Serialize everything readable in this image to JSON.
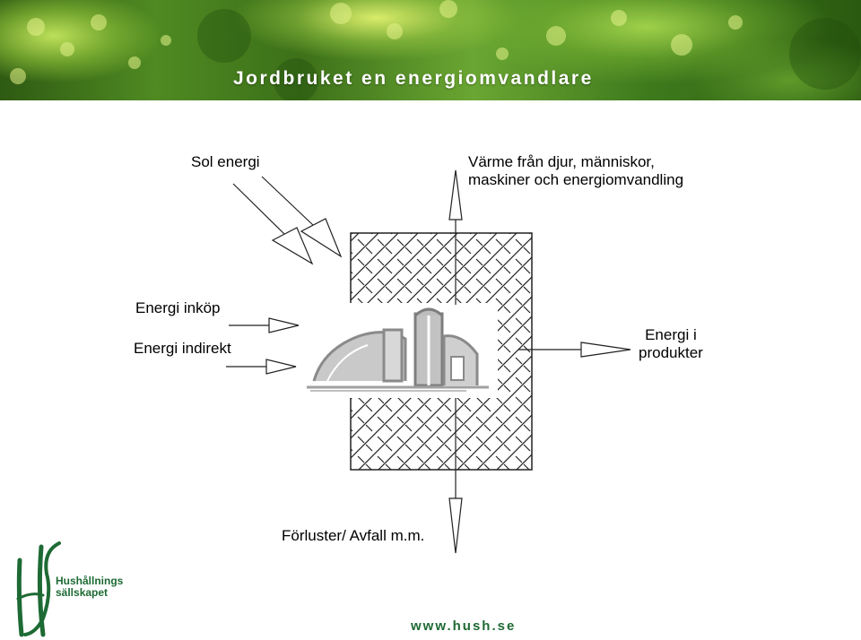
{
  "header": {
    "title": "Jordbruket en energiomvandlare"
  },
  "diagram": {
    "sol_energi": "Sol energi",
    "varme_line1": "Värme från djur, människor,",
    "varme_line2": "maskiner och energiomvandling",
    "energi_inkop": "Energi inköp",
    "energi_indirekt": "Energi indirekt",
    "produkter_line1": "Energi i",
    "produkter_line2": "produkter",
    "forluster": "Förluster/ Avfall m.m."
  },
  "footer": {
    "logo_line1": "Hushållnings",
    "logo_line2": "sällskapet",
    "url": "www.hush.se"
  },
  "colors": {
    "brand_green": "#1e6a34",
    "header_green": "#4f8a22"
  }
}
